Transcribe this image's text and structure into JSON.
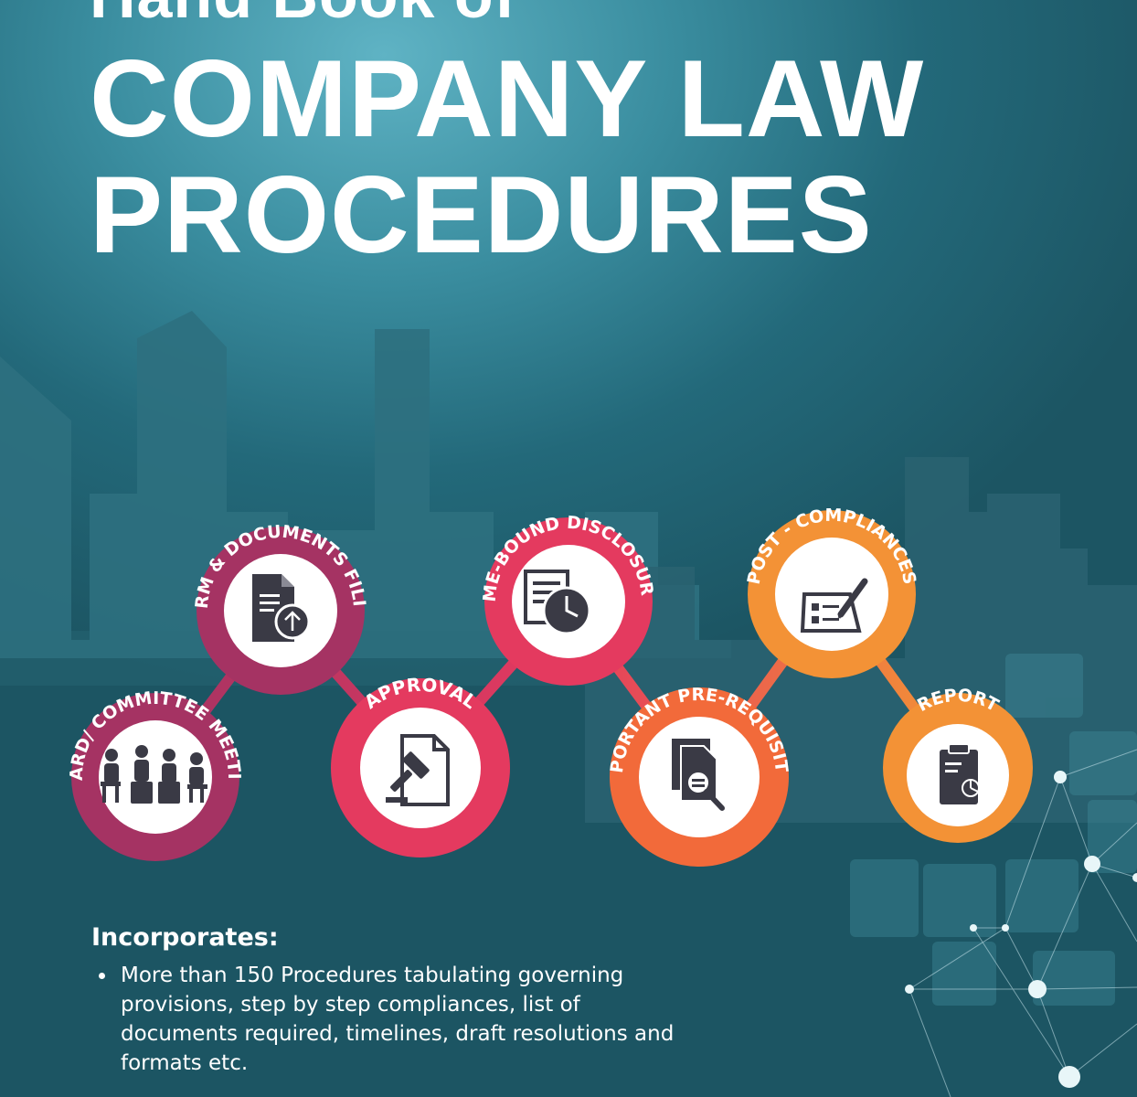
{
  "cover": {
    "title_top": "Hand Book of",
    "title_line1": "COMPANY LAW",
    "title_line2": "PROCEDURES"
  },
  "steps": [
    {
      "label": "BOARD/ COMMITTEE MEETING",
      "icon": "meeting-people-icon",
      "color": "#a53363"
    },
    {
      "label": "FORM & DOCUMENTS FILING",
      "icon": "document-upload-icon",
      "color": "#a53363"
    },
    {
      "label": "APPROVAL",
      "icon": "gavel-document-icon",
      "color": "#e43a5f"
    },
    {
      "label": "TIME-BOUND DISCLOSURES",
      "icon": "document-clock-icon",
      "color": "#e43a5f"
    },
    {
      "label": "IMPORTANT PRE-REQUISITES",
      "icon": "document-search-icon",
      "color": "#f26a3a"
    },
    {
      "label": "POST - COMPLIANCES",
      "icon": "checklist-pen-icon",
      "color": "#f39236"
    },
    {
      "label": "REPORT",
      "icon": "clipboard-chart-icon",
      "color": "#f39236"
    }
  ],
  "incorporates": {
    "heading": "Incorporates:",
    "items": [
      "More than 150 Procedures tabulating governing provisions, step by step compliances, list of documents required, timelines, draft resolutions and formats etc."
    ]
  },
  "colors": {
    "background": "#2a7585",
    "skyline": "#286877",
    "magenta": "#a53363",
    "pink": "#e43a5f",
    "orange": "#f26a3a",
    "amber": "#f39236",
    "icon_dark": "#3a3a45"
  }
}
